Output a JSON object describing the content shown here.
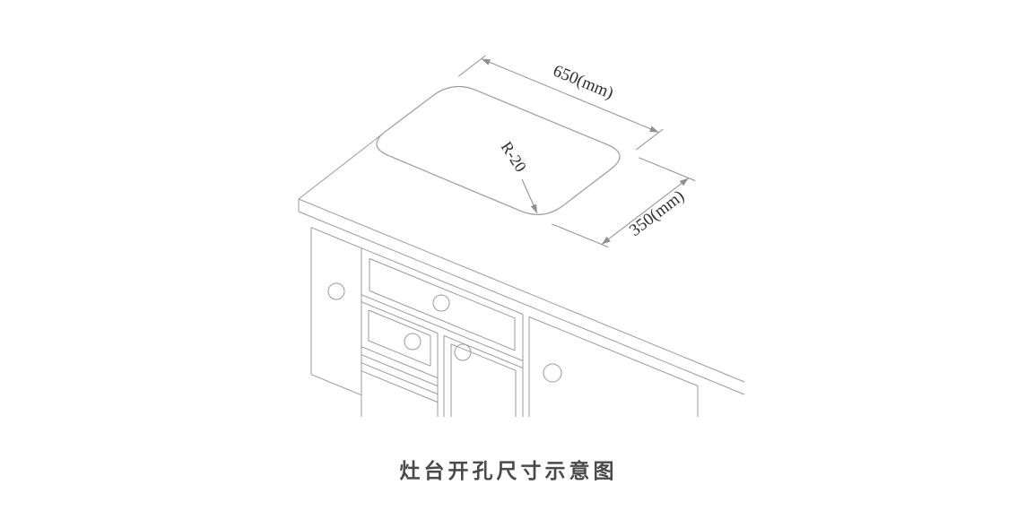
{
  "diagram": {
    "caption": "灶台开孔尺寸示意图",
    "labels": {
      "width": "650(mm)",
      "depth": "350(mm)",
      "corner_radius": "R-20"
    },
    "colors": {
      "background": "#ffffff",
      "line": "#9b9b9b",
      "dimension_line": "#8f8f8f",
      "dimension_text": "#2e2e2e",
      "caption_text": "#4a4a4a"
    }
  }
}
